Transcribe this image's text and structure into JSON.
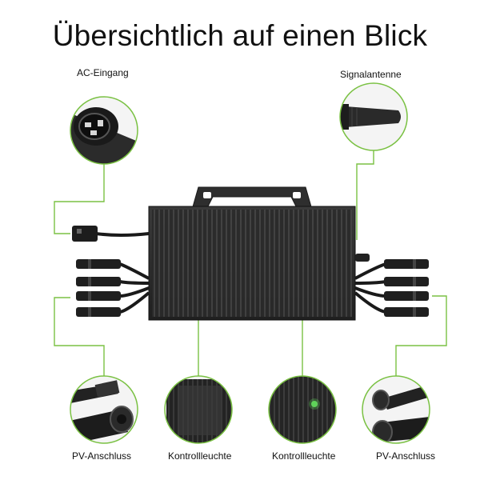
{
  "title": "Übersichtlich auf einen Blick",
  "labels": {
    "ac_input": "AC-Eingang",
    "antenna": "Signalantenne",
    "pv_left": "PV-Anschluss",
    "status_left": "Kontrollleuchte",
    "status_right": "Kontrollleuchte",
    "pv_right": "PV-Anschluss"
  },
  "colors": {
    "accent": "#7ac143",
    "device": "#2b2b2b",
    "led": "#5fd35a"
  }
}
